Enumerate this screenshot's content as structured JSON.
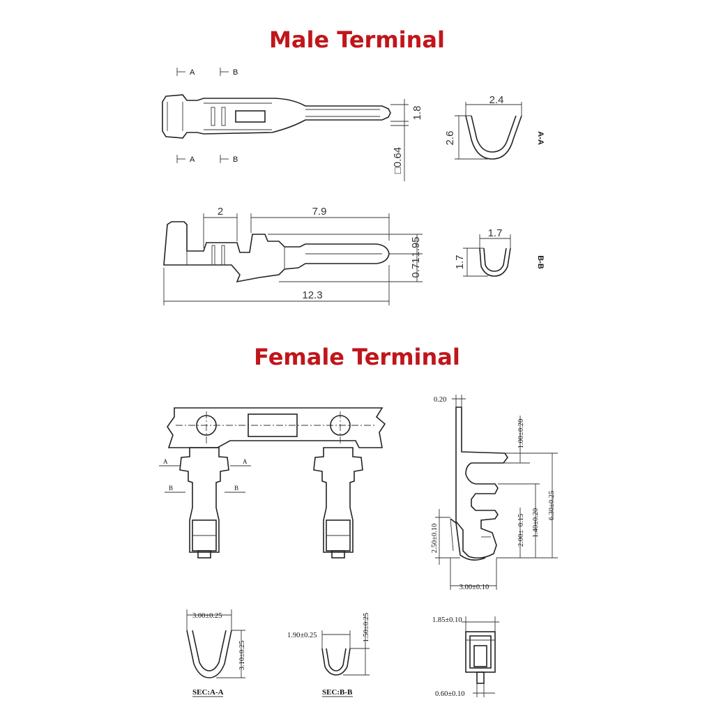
{
  "titles": {
    "male": "Male Terminal",
    "female": "Female Terminal"
  },
  "colors": {
    "title": "#c0161b",
    "line": "#222222"
  },
  "male": {
    "markers": {
      "a": "A",
      "b": "B"
    },
    "dims": {
      "width_top": "1.8",
      "square": "□0.64",
      "len_2": "2",
      "len_79": "7.9",
      "h_195": "1.95",
      "h_071": "0.71",
      "len_123": "12.3"
    },
    "section_aa": {
      "width": "2.4",
      "height": "2.6",
      "label": "A-A"
    },
    "section_bb": {
      "width": "1.7",
      "height": "1.7",
      "label": "B-B"
    }
  },
  "female": {
    "markers": {
      "a": "A",
      "b": "B"
    },
    "side": {
      "thick": "0.20",
      "d100": "1.00±0.20",
      "d630": "6.30±0.25",
      "d015": "0.15",
      "d140": "1.40±0.20",
      "d250": "2.50±0.10",
      "d200": "2.00±",
      "d300": "3.00±0.10"
    },
    "sec_aa": {
      "width": "3.00±0.25",
      "height": "3.10±0.25",
      "label": "SEC:A-A"
    },
    "sec_bb": {
      "width": "1.90±0.25",
      "height": "1.50±0.25",
      "label": "SEC:B-B"
    },
    "end_view": {
      "width_top": "1.85±0.10",
      "width_bottom": "0.60±0.10"
    }
  }
}
